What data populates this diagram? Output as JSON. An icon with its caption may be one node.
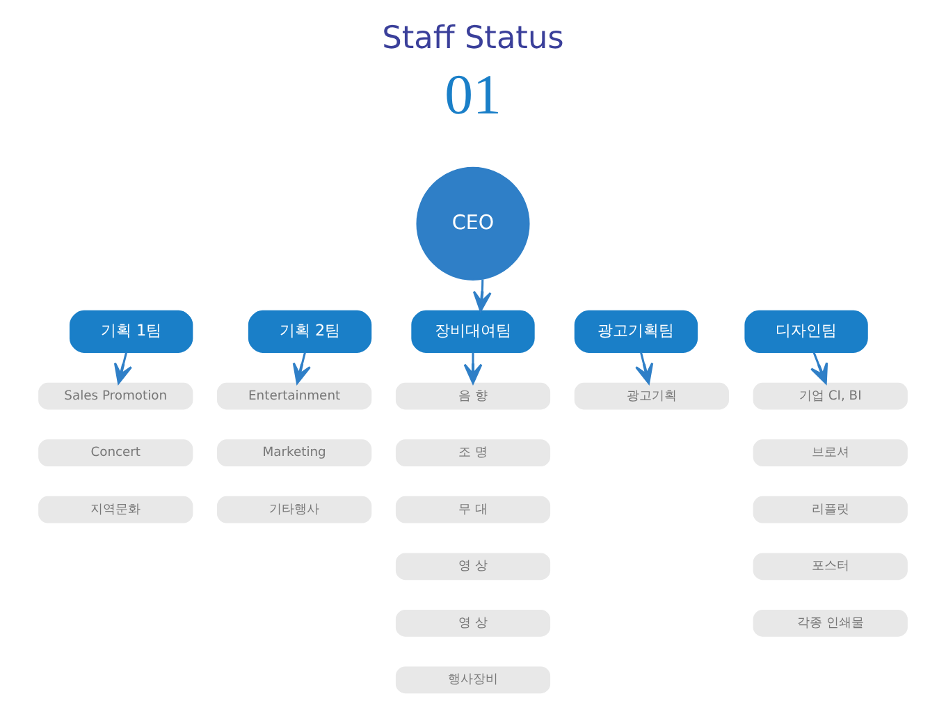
{
  "diagram": {
    "title": "Staff Status",
    "nodes": [
      {
        "text": [
          "CEO"
        ]
      },
      {
        "text": [
          "기획 1팀"
        ]
      },
      {
        "text": [
          "기획 2팀"
        ]
      },
      {
        "text": [
          "장비대여팀"
        ]
      },
      {
        "text": [
          "광고기획팀"
        ]
      },
      {
        "text": [
          "디자인팀"
        ]
      },
      {
        "text": [
          "Sales Promotion"
        ]
      },
      {
        "text": [
          "Concert"
        ]
      },
      {
        "text": [
          "지역문화"
        ]
      },
      {
        "text": [
          "Entertainment"
        ]
      },
      {
        "text": [
          "Marketing"
        ]
      },
      {
        "text": [
          "기타행사"
        ]
      },
      {
        "text": [
          "음 향"
        ]
      },
      {
        "text": [
          "조 명"
        ]
      },
      {
        "text": [
          "무 대"
        ]
      },
      {
        "text": [
          "영 상"
        ]
      },
      {
        "text": [
          "영 상"
        ]
      },
      {
        "text": [
          "행사장비"
        ]
      },
      {
        "text": [
          "광고기획"
        ]
      },
      {
        "text": [
          "기업 CI, BI"
        ]
      },
      {
        "text": [
          "브로셔"
        ]
      },
      {
        "text": [
          "리플릿"
        ]
      },
      {
        "text": [
          "포스터"
        ]
      },
      {
        "text": [
          "각종 인쇄물"
        ]
      }
    ],
    "edges": [
      {
        "from": 0,
        "to": 3,
        "arrow": "to"
      },
      {
        "from": 1,
        "to": 6,
        "arrow": "to"
      },
      {
        "from": 2,
        "to": 9,
        "arrow": "to"
      },
      {
        "from": 3,
        "to": 12,
        "arrow": "to"
      },
      {
        "from": 4,
        "to": 18,
        "arrow": "to"
      },
      {
        "from": 5,
        "to": 19,
        "arrow": "to"
      }
    ],
    "labels": [
      "01"
    ]
  }
}
